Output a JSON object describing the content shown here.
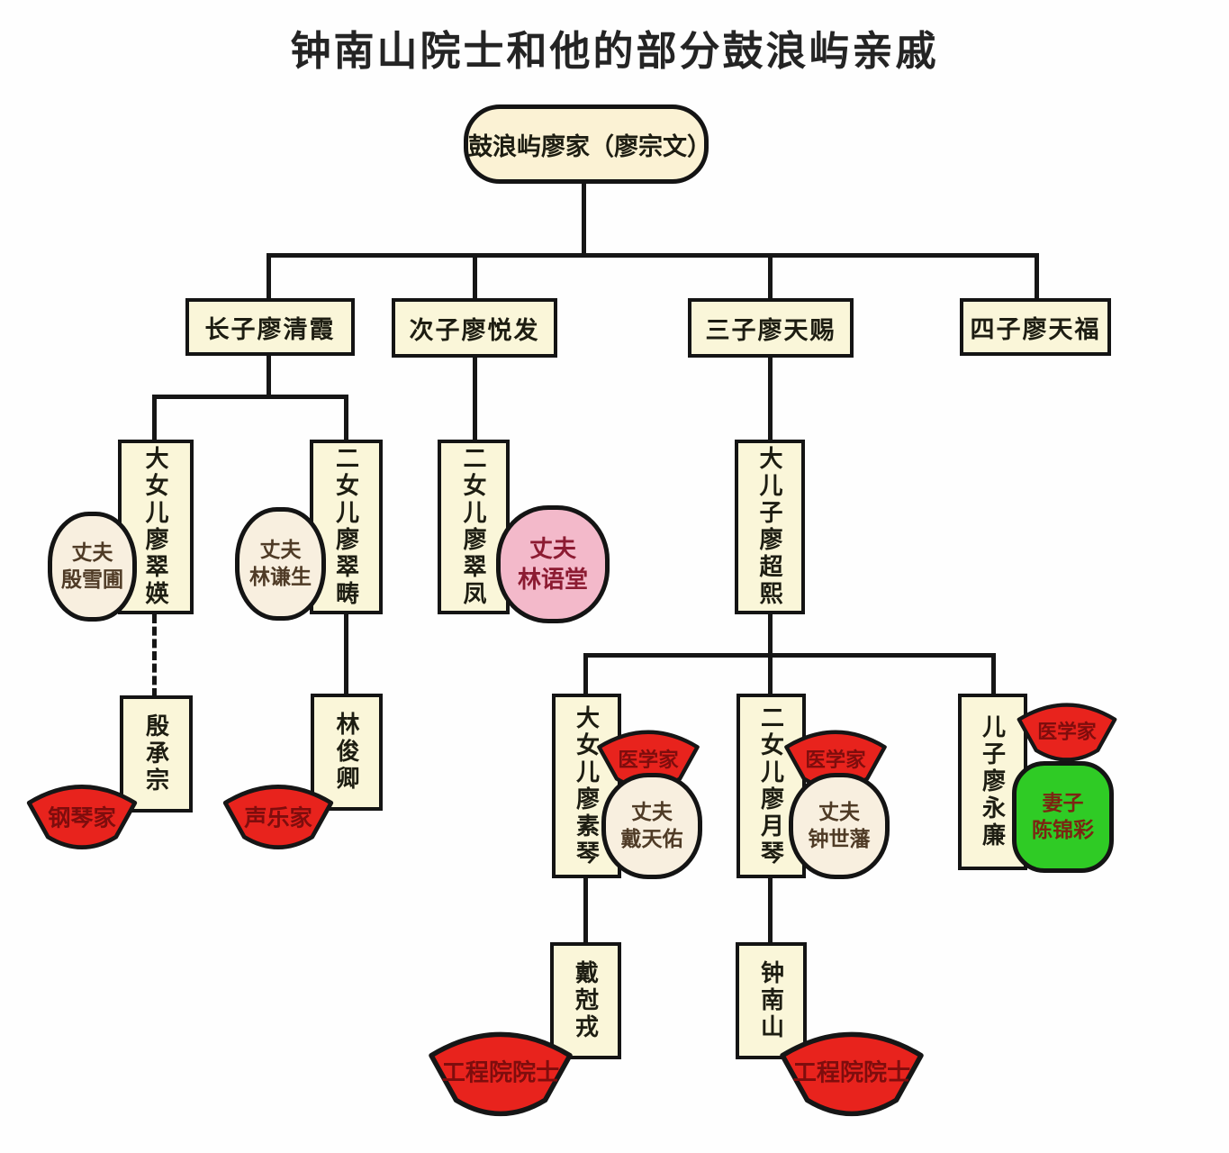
{
  "title": "钟南山院士和他的部分鼓浪屿亲戚",
  "nodes": {
    "root": {
      "label": "鼓浪屿廖家（廖宗文）"
    },
    "son1": {
      "label": "长子廖清霞"
    },
    "son2": {
      "label": "次子廖悦发"
    },
    "son3": {
      "label": "三子廖天赐"
    },
    "son4": {
      "label": "四子廖天福"
    },
    "d1": {
      "label": "大女儿廖翠媖",
      "spouse_role": "丈夫",
      "spouse_name": "殷雪圃"
    },
    "d2": {
      "label": "二女儿廖翠畴",
      "spouse_role": "丈夫",
      "spouse_name": "林谦生"
    },
    "d3": {
      "label": "二女儿廖翠凤",
      "spouse_role": "丈夫",
      "spouse_name": "林语堂"
    },
    "d4": {
      "label": "大儿子廖超熙"
    },
    "yin_chengzong": {
      "label": "殷承宗",
      "badge": "钢琴家"
    },
    "lin_junqing": {
      "label": "林俊卿",
      "badge": "声乐家"
    },
    "g1": {
      "label": "大女儿廖素琴",
      "spouse_role": "丈夫",
      "spouse_name": "戴天佑",
      "spouse_badge": "医学家"
    },
    "g2": {
      "label": "二女儿廖月琴",
      "spouse_role": "丈夫",
      "spouse_name": "钟世藩",
      "spouse_badge": "医学家"
    },
    "g3": {
      "label": "儿子廖永廉",
      "badge": "医学家",
      "spouse_role": "妻子",
      "spouse_name": "陈锦彩"
    },
    "dai_kerong": {
      "label": "戴尅戎",
      "badge": "工程院院士"
    },
    "zhong_nanshan": {
      "label": "钟南山",
      "badge": "工程院院士"
    }
  },
  "edges": [
    {
      "from": "root",
      "to": [
        "son1",
        "son2",
        "son3",
        "son4"
      ],
      "style": "solid"
    },
    {
      "from": "son1",
      "to": [
        "d1",
        "d2"
      ],
      "style": "solid"
    },
    {
      "from": "son2",
      "to": [
        "d3"
      ],
      "style": "solid"
    },
    {
      "from": "son3",
      "to": [
        "d4"
      ],
      "style": "solid"
    },
    {
      "from": "d1",
      "to": [
        "yin_chengzong"
      ],
      "style": "dashed"
    },
    {
      "from": "d2",
      "to": [
        "lin_junqing"
      ],
      "style": "solid"
    },
    {
      "from": "d4",
      "to": [
        "g1",
        "g2",
        "g3"
      ],
      "style": "solid"
    },
    {
      "from": "g1",
      "to": [
        "dai_kerong"
      ],
      "style": "solid"
    },
    {
      "from": "g2",
      "to": [
        "zhong_nanshan"
      ],
      "style": "solid"
    }
  ],
  "colors": {
    "box_fill": "#faf6d9",
    "root_fill": "#fbf2d4",
    "oval_fill": "#f8efdf",
    "pink_oval": "#f3b9ca",
    "green_oval": "#2fcb25",
    "badge_red": "#e8231d",
    "badge_text": "#7e0d0d",
    "line": "#161616"
  }
}
